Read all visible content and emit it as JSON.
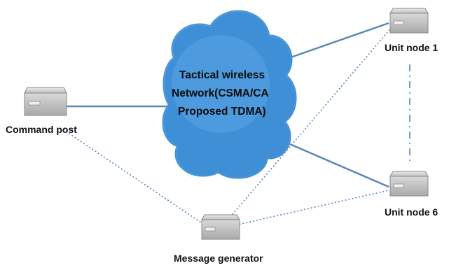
{
  "cloud": {
    "lines": [
      "Tactical wireless",
      "Network(CSMA/CA",
      "Proposed TDMA)"
    ],
    "fill_color": "#4f9fe0",
    "edge_color": "#3d8ad0"
  },
  "nodes": {
    "command_post": {
      "label": "Command post"
    },
    "unit_node_1": {
      "label": "Unit node 1"
    },
    "unit_node_6": {
      "label": "Unit node 6"
    },
    "message_generator": {
      "label": "Message generator"
    }
  },
  "links": [
    {
      "from": "command_post",
      "to": "cloud",
      "style": "solid"
    },
    {
      "from": "cloud",
      "to": "unit_node_1",
      "style": "solid"
    },
    {
      "from": "cloud",
      "to": "unit_node_6",
      "style": "solid"
    },
    {
      "from": "unit_node_1",
      "to": "unit_node_6",
      "style": "dash-dot"
    },
    {
      "from": "command_post",
      "to": "message_generator",
      "style": "dotted"
    },
    {
      "from": "message_generator",
      "to": "unit_node_1",
      "style": "dotted"
    },
    {
      "from": "message_generator",
      "to": "unit_node_6",
      "style": "dotted"
    }
  ],
  "colors": {
    "link": "#5b86b8",
    "device_body": "#c8c8c8",
    "device_edge": "#8a8a8a"
  }
}
